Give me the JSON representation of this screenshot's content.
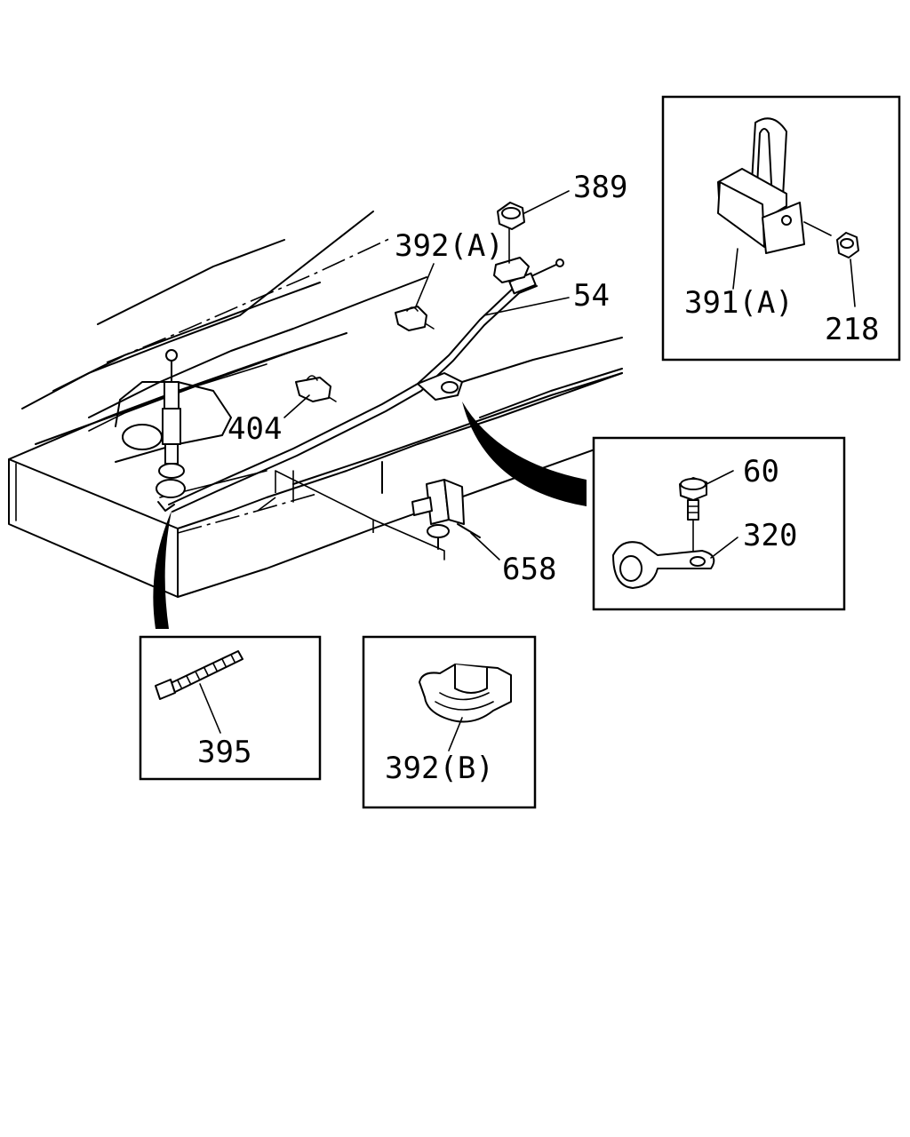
{
  "labels": {
    "p389": "389",
    "p392a": "392(A)",
    "p54": "54",
    "p404": "404",
    "p658": "658",
    "p391a": "391(A)",
    "p218": "218",
    "p60": "60",
    "p320": "320",
    "p395": "395",
    "p392b": "392(B)"
  }
}
